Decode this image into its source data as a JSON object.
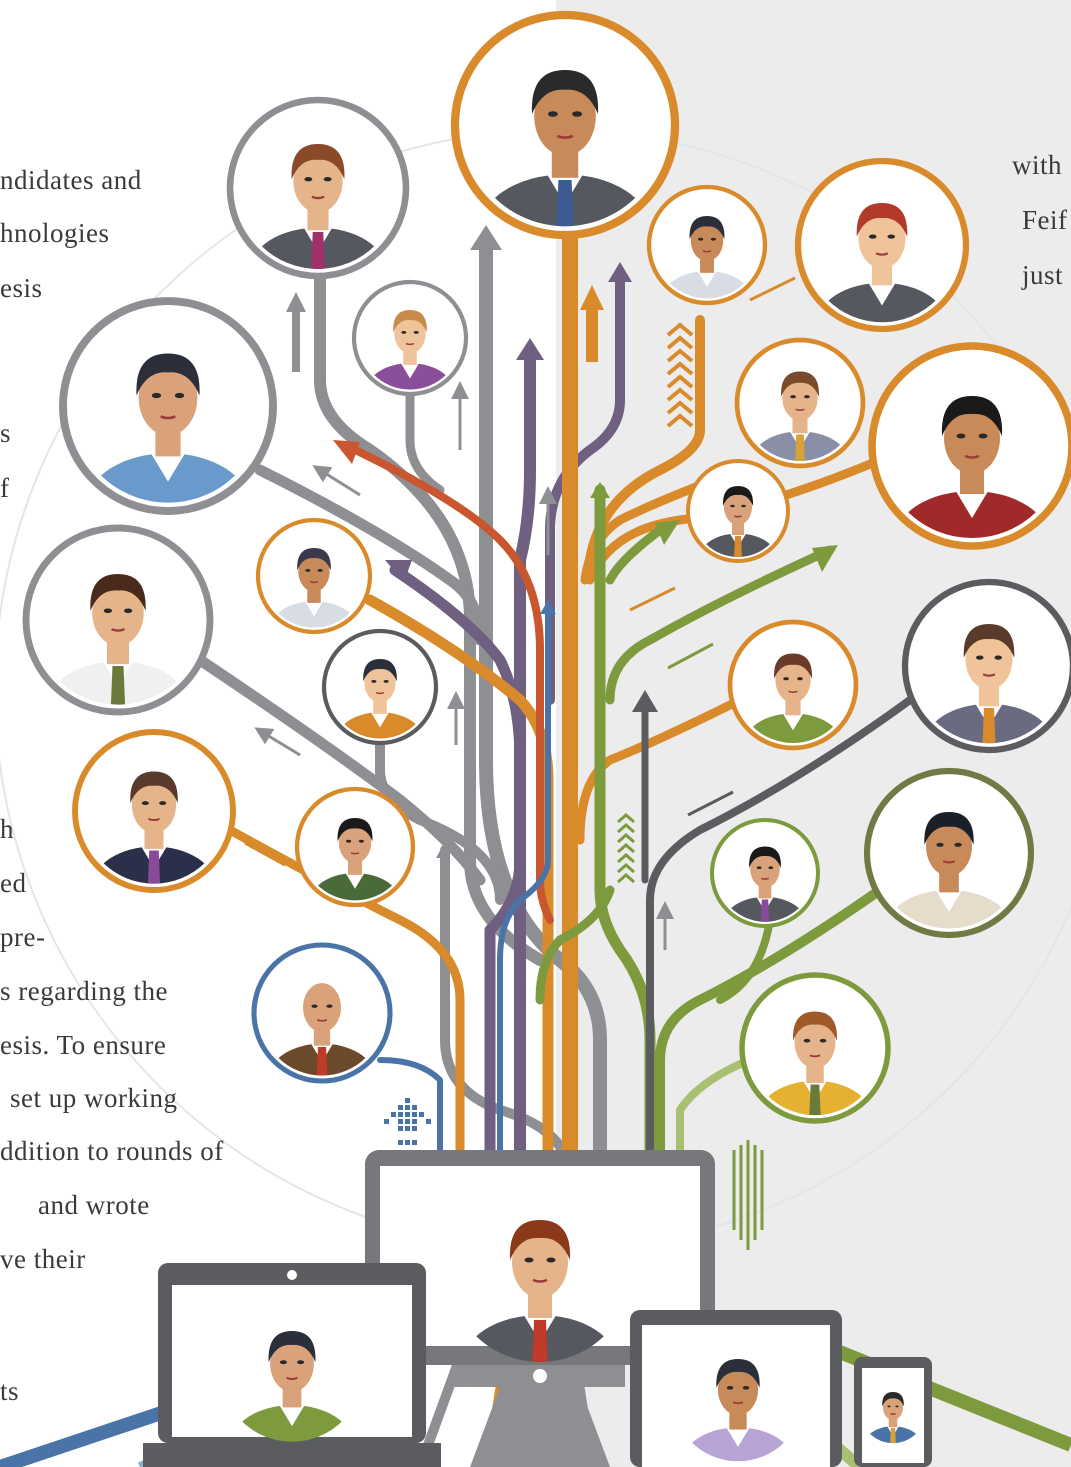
{
  "left_text_fragments": [
    "ndidates and",
    "hnologies",
    "esis",
    "s",
    "f",
    "h",
    "ed",
    "pre-",
    "s regarding the",
    "esis. To ensure",
    "set up working",
    "ddition to rounds of",
    "and wrote",
    "ve their",
    "ts"
  ],
  "right_text_fragments": [
    "with",
    "Feif",
    "just"
  ],
  "colors": {
    "orange": "#d98b2b",
    "gray": "#8e8f93",
    "dark_gray": "#5b5c60",
    "purple": "#6f5f80",
    "blue": "#4a74a8",
    "light_blue": "#8fb1d6",
    "green": "#7d9a3c",
    "light_green": "#a9bf72",
    "red_orange": "#c9562e",
    "right_panel": "#ececed"
  },
  "icons": {
    "arrows": "up-arrow-icon",
    "person": "person-avatar-icon",
    "devices": "monitor-laptop-tablet-phone-icon"
  }
}
